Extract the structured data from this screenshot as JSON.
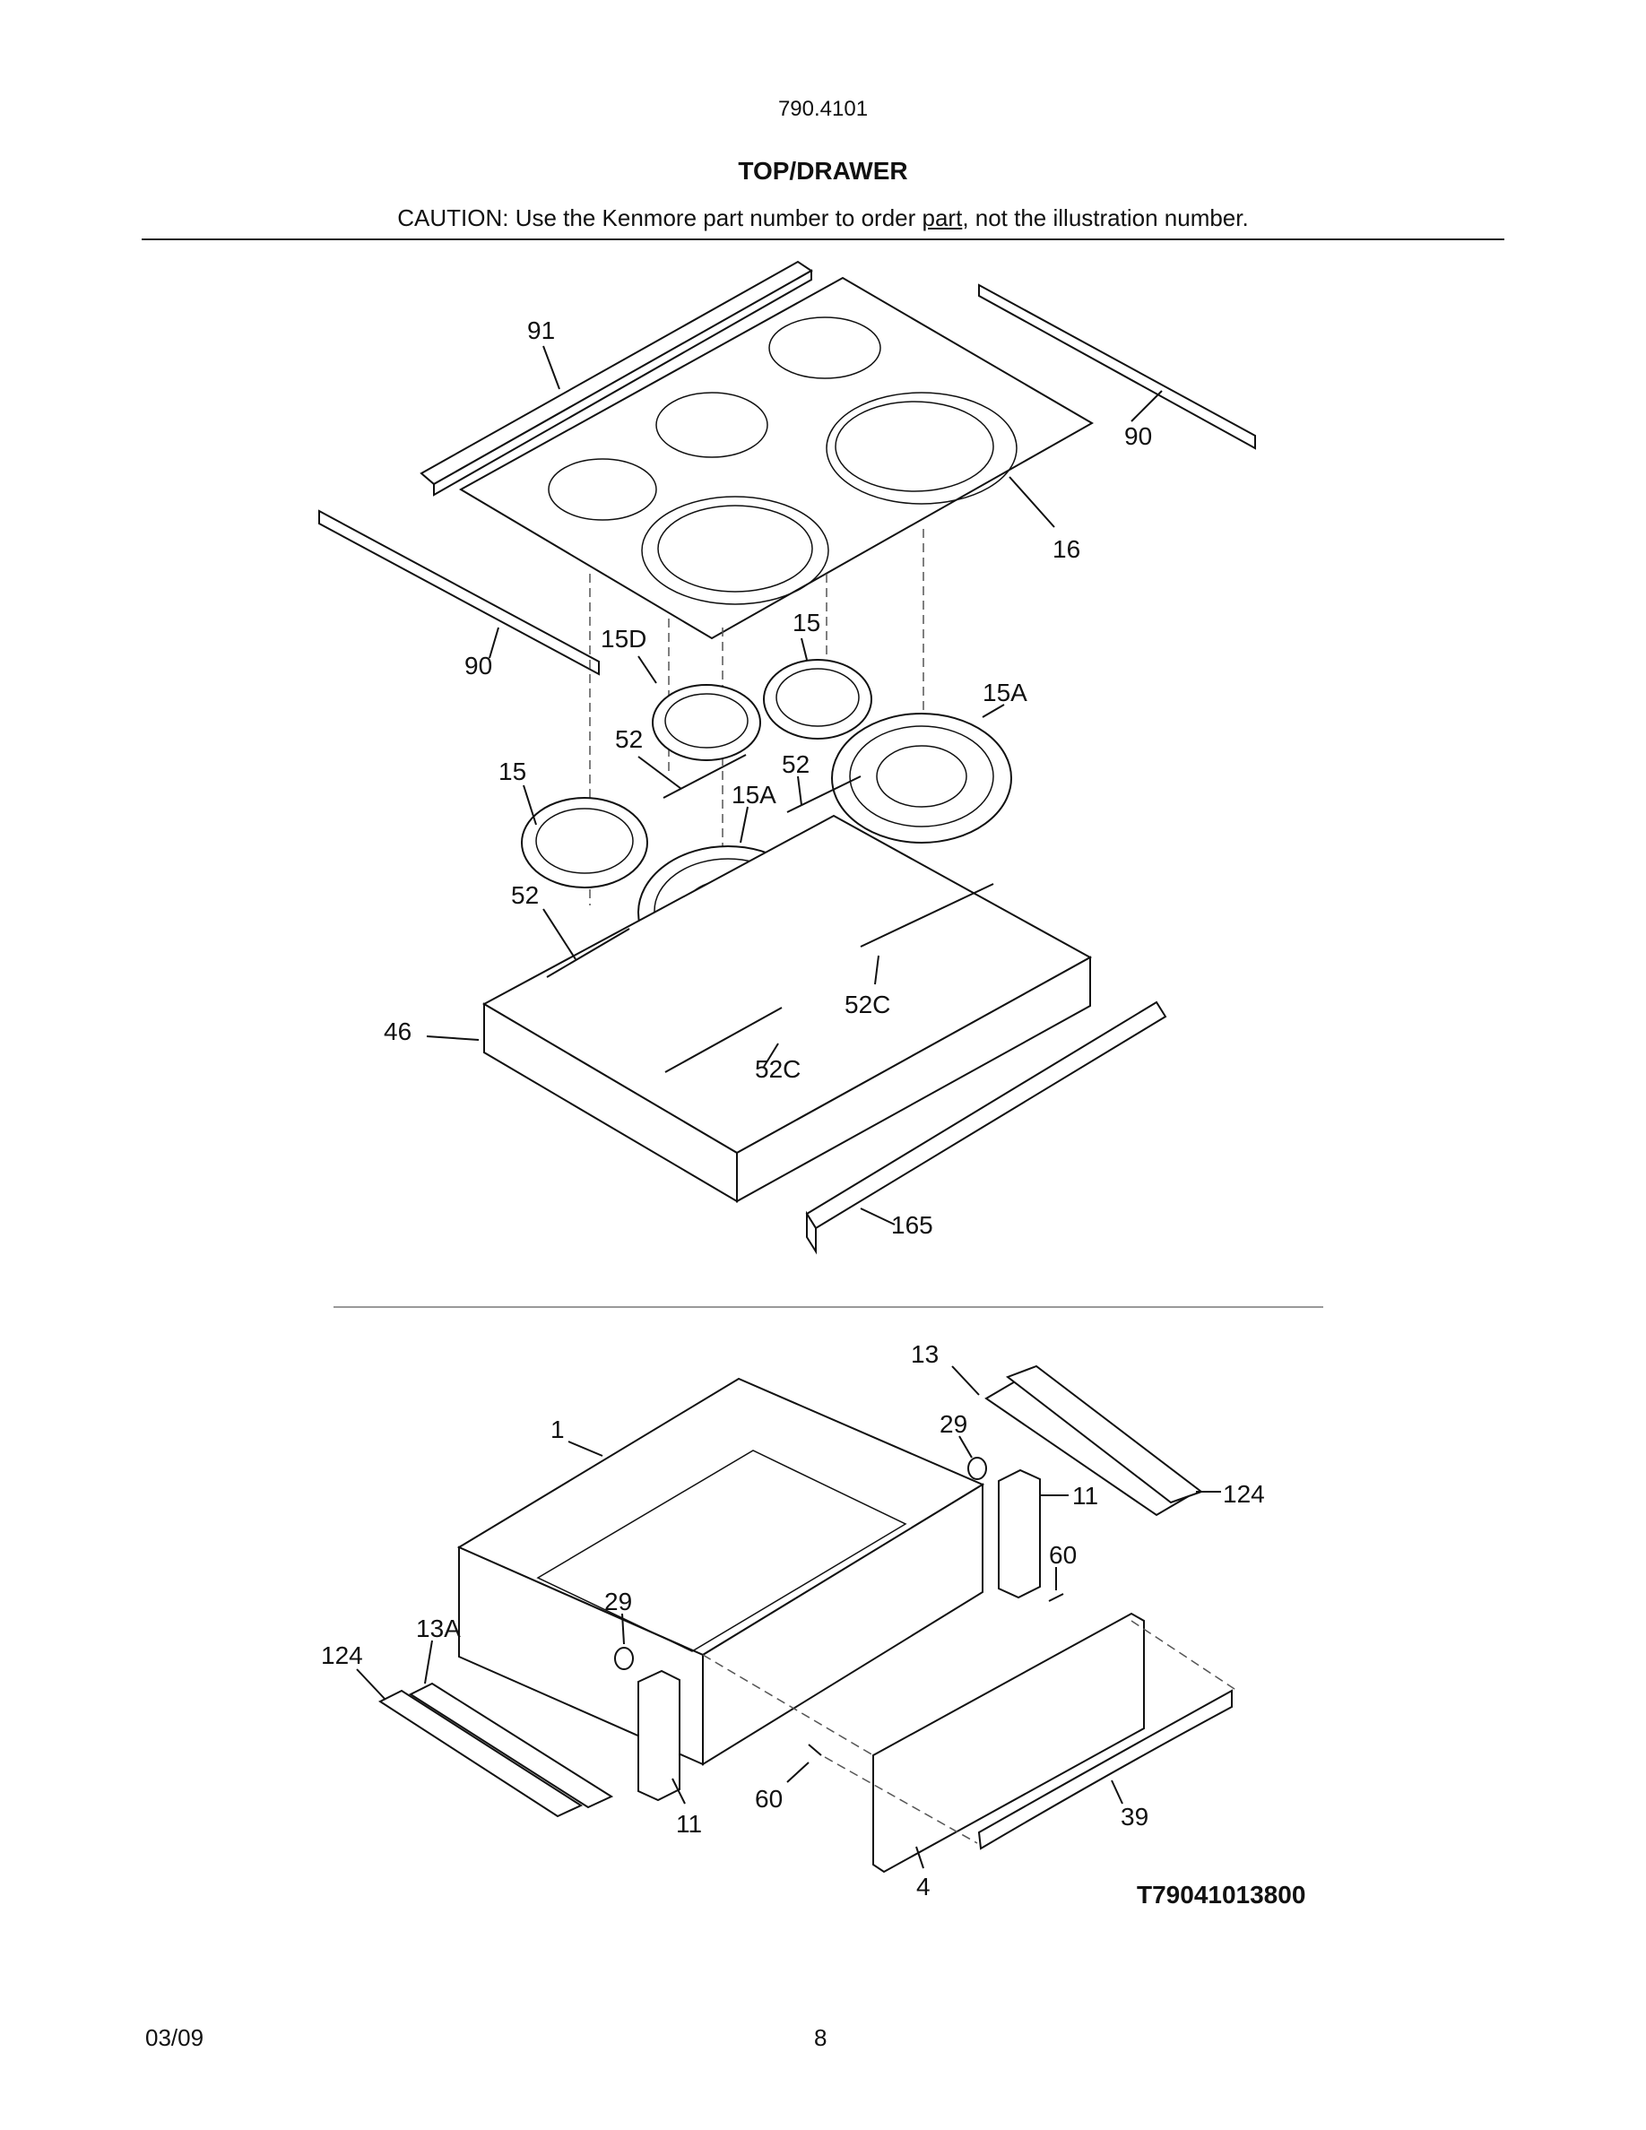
{
  "header": {
    "model": "790.4101",
    "title": "TOP/DRAWER",
    "caution_prefix": "CAUTION: Use the Kenmore part number to order ",
    "caution_underlined": "part",
    "caution_suffix": ", not the illustration number."
  },
  "top_diagram": {
    "callouts": [
      "91",
      "90",
      "16",
      "90",
      "15D",
      "15",
      "15A",
      "52",
      "52",
      "15",
      "15A",
      "52",
      "46",
      "52C",
      "52C",
      "165"
    ]
  },
  "drawer_diagram": {
    "callouts": [
      "13",
      "29",
      "1",
      "11",
      "124",
      "60",
      "29",
      "13A",
      "124",
      "60",
      "11",
      "39",
      "4"
    ]
  },
  "figure_code": "T79041013800",
  "footer": {
    "date": "03/09",
    "page": "8"
  }
}
